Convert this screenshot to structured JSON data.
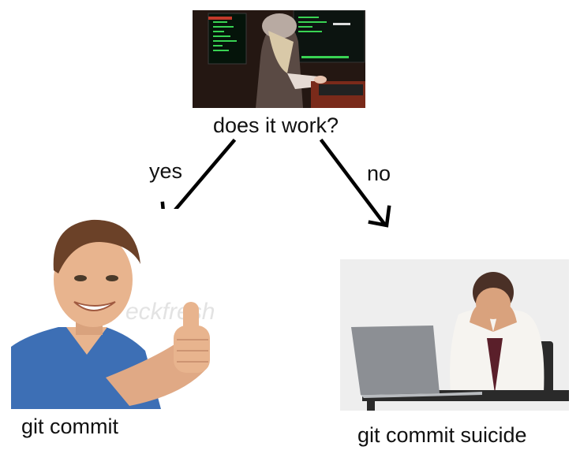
{
  "question": "does it work?",
  "branches": {
    "yes": {
      "label": "yes",
      "result": "git commit"
    },
    "no": {
      "label": "no",
      "result": "git commit suicide"
    }
  },
  "watermark": "eckfresh",
  "colors": {
    "arrow": "#000000",
    "text": "#111111",
    "hacker_bg": "#1a1210",
    "code_green": "#39d353",
    "shirt_blue": "#3d6fb5",
    "skin": "#e8b48e",
    "laptop_grey": "#8c8f94",
    "desk": "#2a2a2a"
  }
}
